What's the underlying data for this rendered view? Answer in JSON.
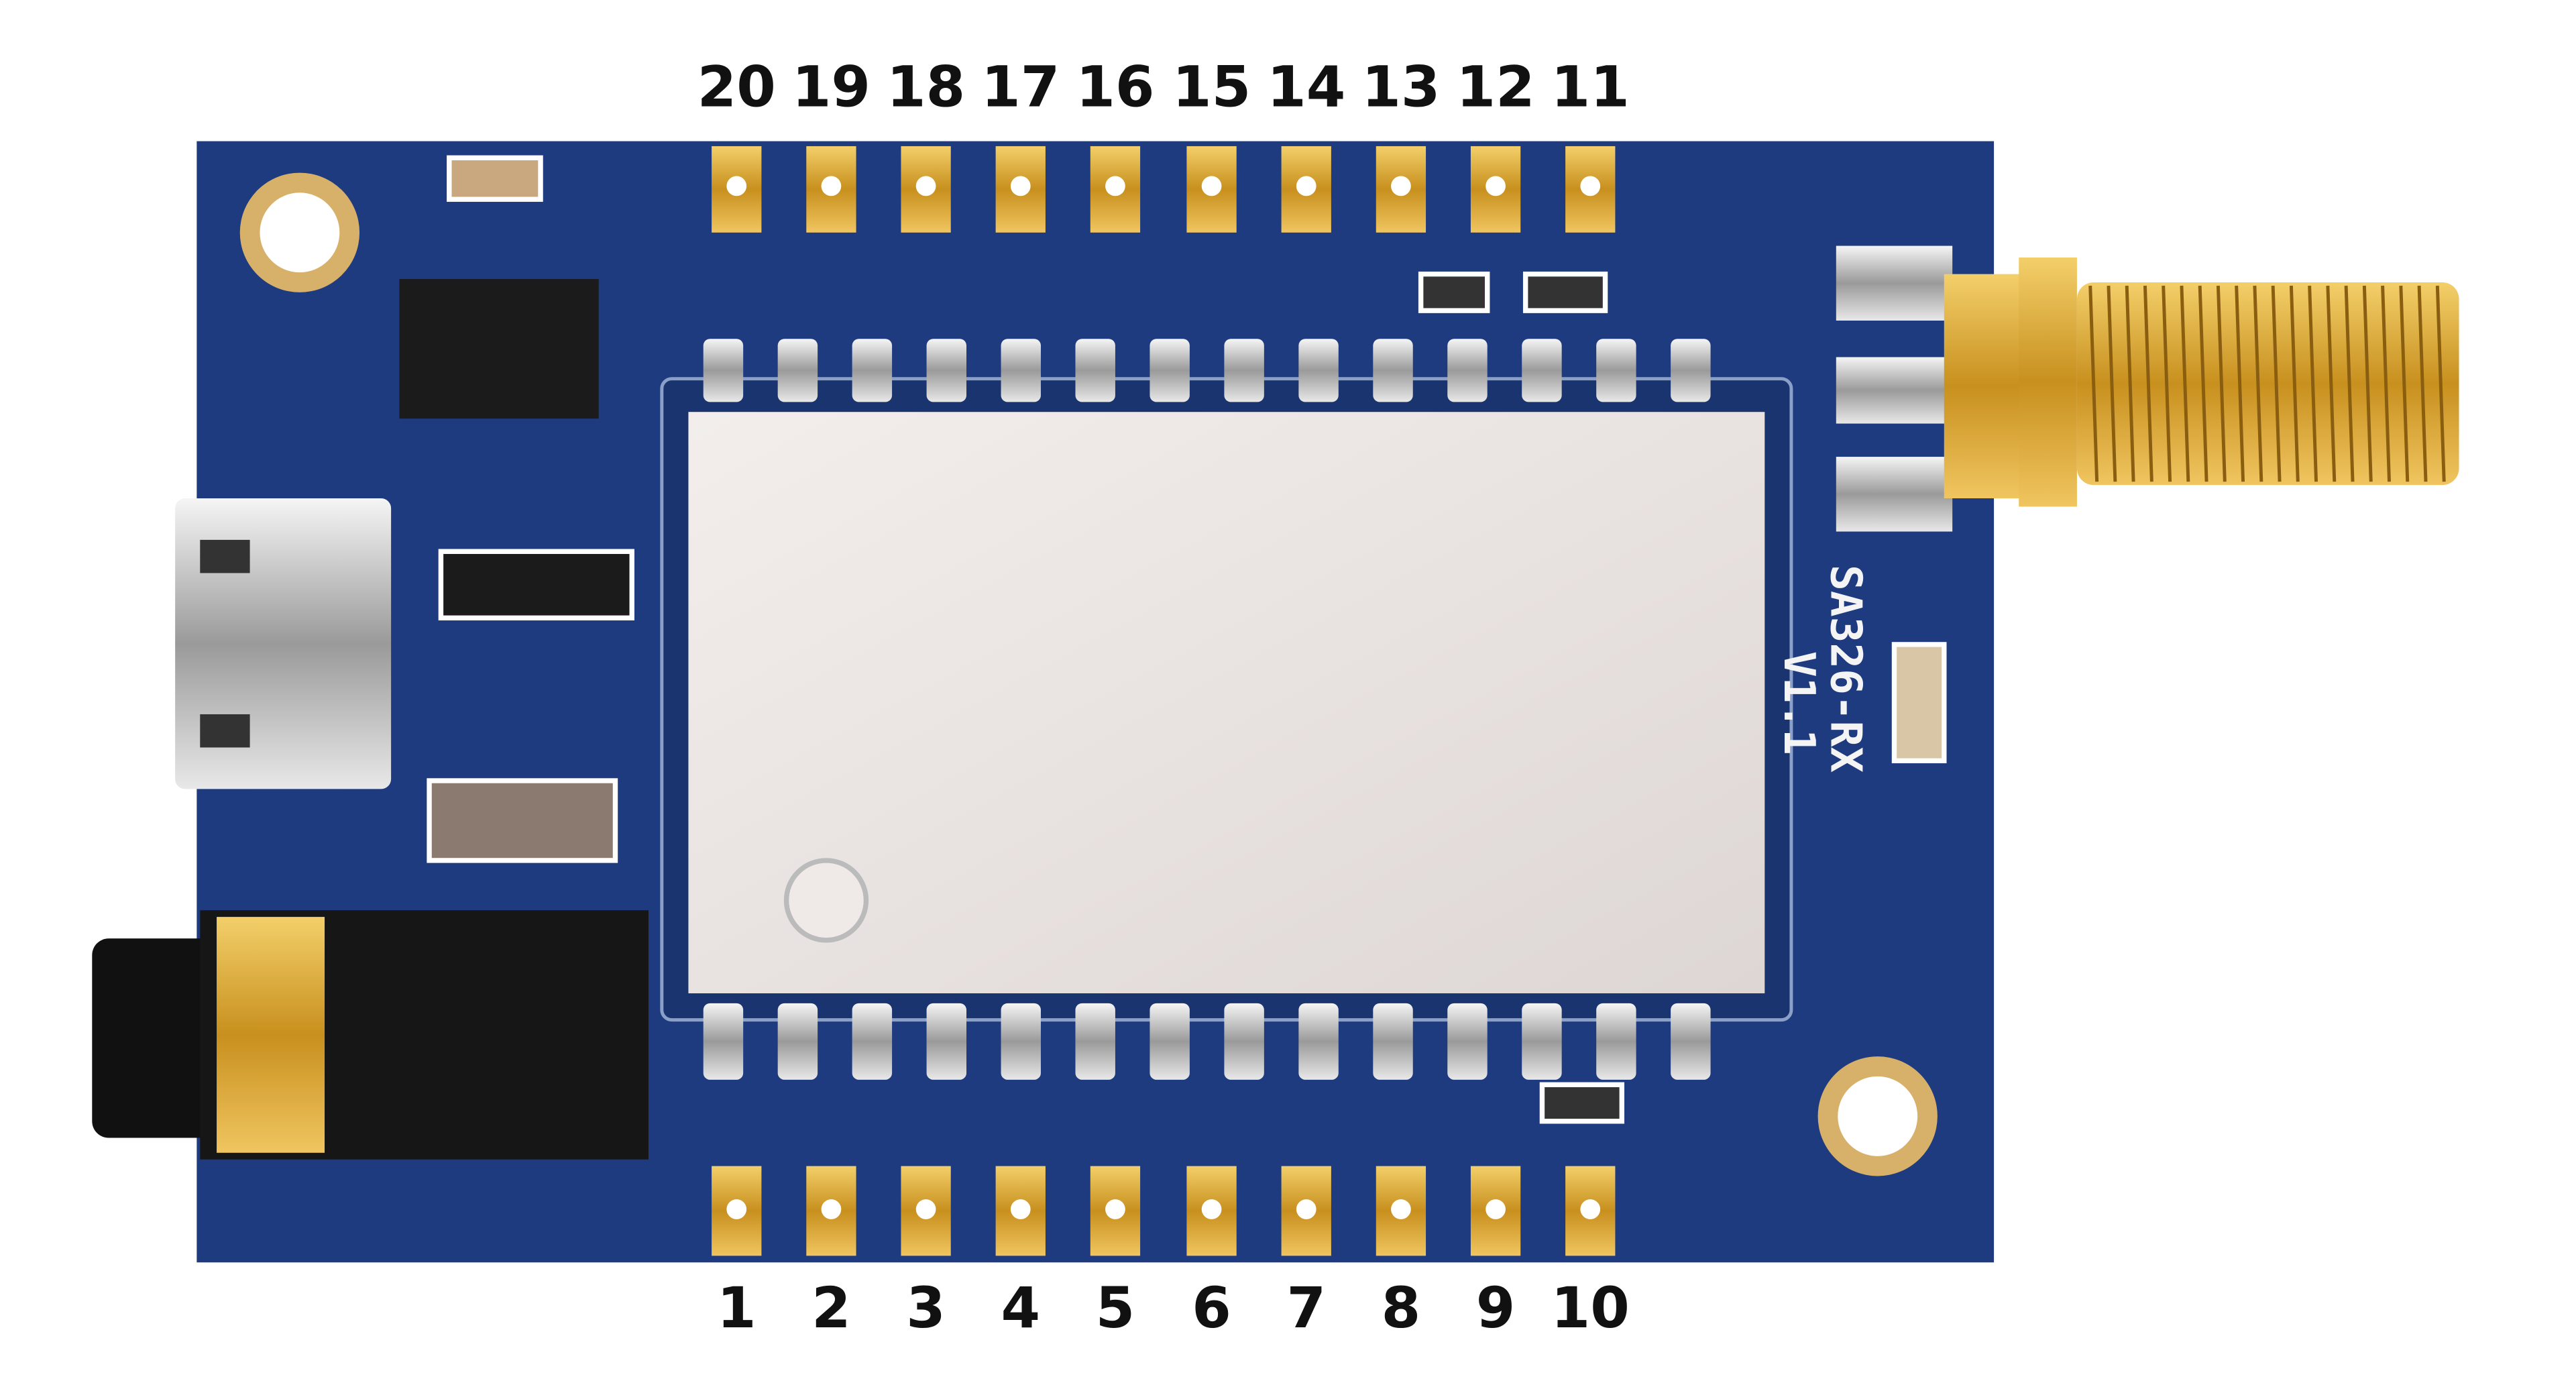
{
  "figure": {
    "top_pin_labels": [
      "20",
      "19",
      "18",
      "17",
      "16",
      "15",
      "14",
      "13",
      "12",
      "11"
    ],
    "bottom_pin_labels": [
      "1",
      "2",
      "3",
      "4",
      "5",
      "6",
      "7",
      "8",
      "9",
      "10"
    ],
    "board_silkscreen": {
      "model": "SA326-RX",
      "version": "V1.1"
    },
    "colors": {
      "pcb": "#1f3b7f",
      "pad_gold": "#d9a84a",
      "shield_silver": "#ece6e4",
      "label_text": "#111111"
    }
  }
}
